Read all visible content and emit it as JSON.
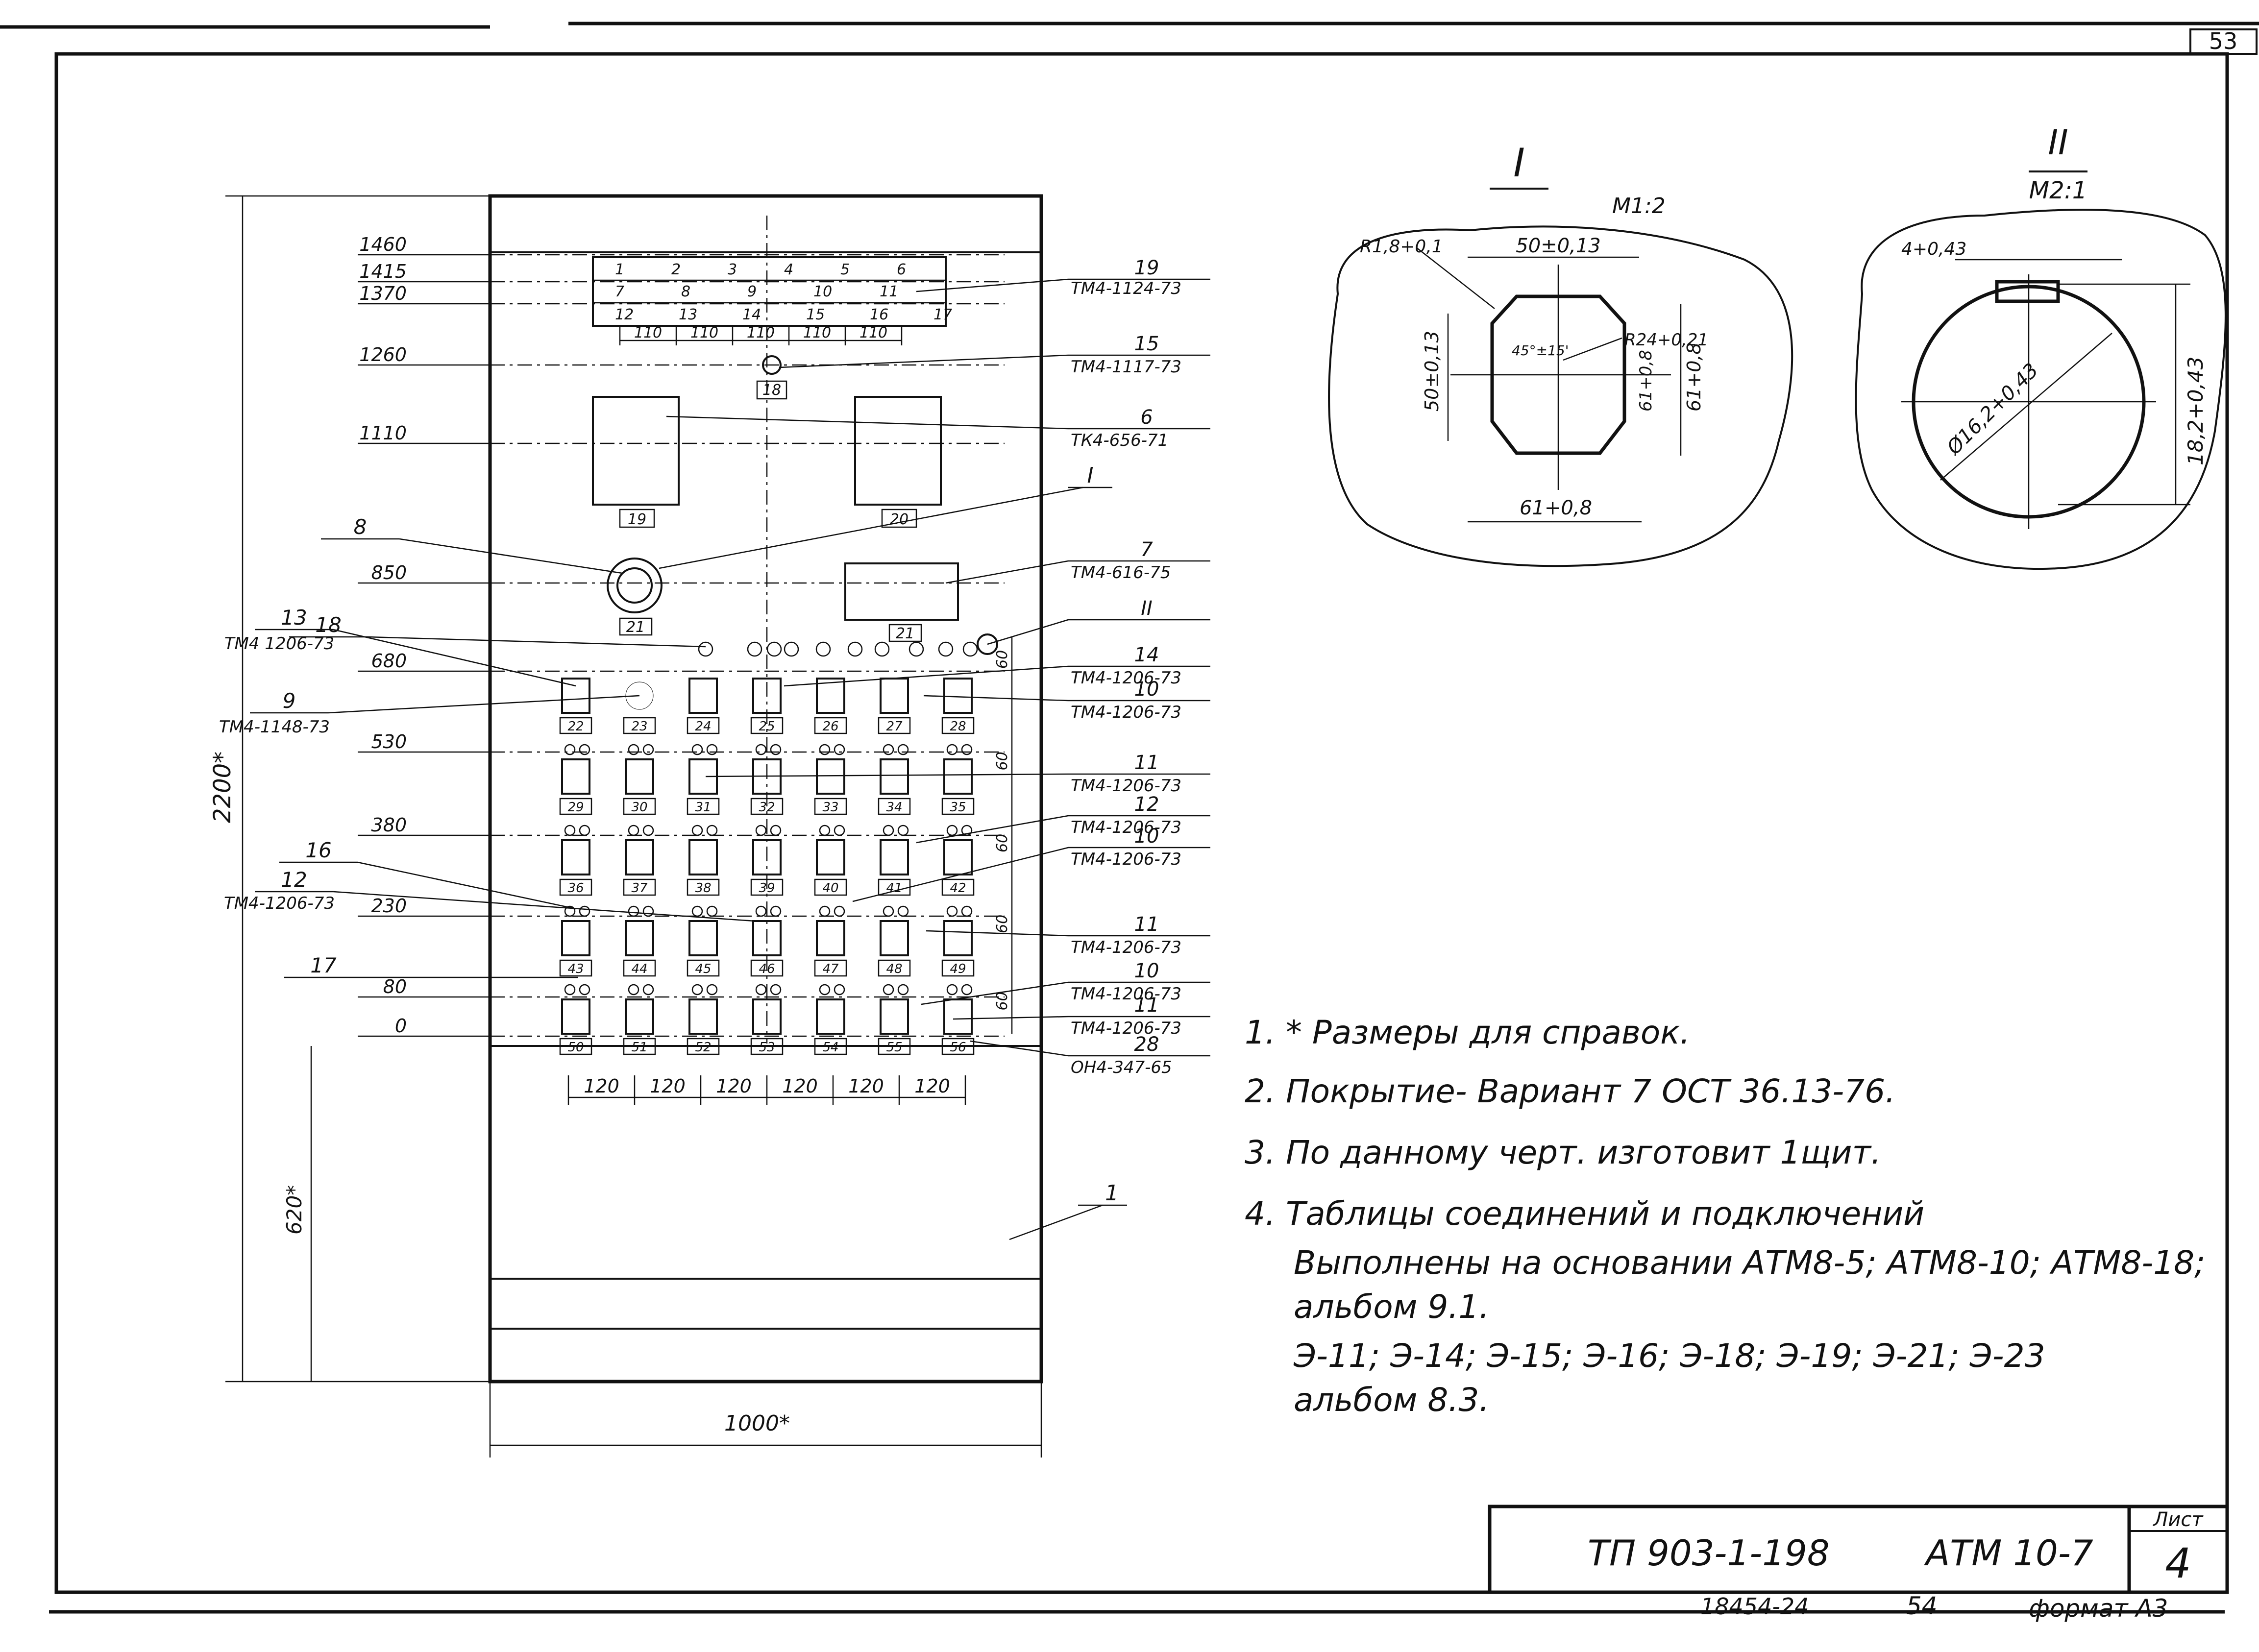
{
  "sheet": {
    "corner_number": "53",
    "bottom_left_code": "18454-24",
    "bottom_page": "54",
    "format_label": "формат A3"
  },
  "panel": {
    "height_label": "2200*",
    "width_label": "1000*",
    "base_height_label": "620*",
    "item_body_label": "1",
    "row_levels": [
      "1460",
      "1415",
      "1370",
      "1260",
      "1110",
      "850",
      "680",
      "530",
      "380",
      "230",
      "80",
      "0"
    ],
    "top_column_spacing": [
      "110",
      "110",
      "110",
      "110",
      "110"
    ],
    "bottom_column_spacing": [
      "120",
      "120",
      "120",
      "120",
      "120",
      "120"
    ],
    "vertical_step": "60",
    "top_row_numbers_1": [
      "1",
      "2",
      "3",
      "4",
      "5",
      "6"
    ],
    "top_row_numbers_2": [
      "7",
      "8",
      "9",
      "10",
      "11"
    ],
    "top_row_numbers_3": [
      "12",
      "13",
      "14",
      "15",
      "16",
      "17"
    ],
    "tag_18": "18",
    "tag_19": "19",
    "tag_20": "20",
    "tag_21": "21",
    "tag_21b": "21",
    "grid_tags": [
      [
        "22",
        "23",
        "24",
        "25",
        "26",
        "27",
        "28"
      ],
      [
        "29",
        "30",
        "31",
        "32",
        "33",
        "34",
        "35"
      ],
      [
        "36",
        "37",
        "38",
        "39",
        "40",
        "41",
        "42"
      ],
      [
        "43",
        "44",
        "45",
        "46",
        "47",
        "48",
        "49"
      ],
      [
        "50",
        "51",
        "52",
        "53",
        "54",
        "55",
        "56"
      ]
    ]
  },
  "callouts_right": [
    {
      "num": "19",
      "code": "ТМ4-1124-73"
    },
    {
      "num": "15",
      "code": "ТМ4-1117-73"
    },
    {
      "num": "6",
      "code": "ТК4-656-71"
    },
    {
      "num": "7",
      "code": "ТМ4-616-75"
    },
    {
      "num": "II",
      "code": ""
    },
    {
      "num": "14",
      "code": "ТМ4-1206-73"
    },
    {
      "num": "10",
      "code": "ТМ4-1206-73"
    },
    {
      "num": "11",
      "code": "ТМ4-1206-73"
    },
    {
      "num": "12",
      "code": "ТМ4-1206-73"
    },
    {
      "num": "10",
      "code": "ТМ4-1206-73"
    },
    {
      "num": "11",
      "code": "ТМ4-1206-73"
    },
    {
      "num": "10",
      "code": "ТМ4-1206-73"
    },
    {
      "num": "11",
      "code": "ТМ4-1206-73"
    },
    {
      "num": "28",
      "code": "ОН4-347-65"
    }
  ],
  "callouts_left": [
    {
      "num": "8",
      "code": ""
    },
    {
      "num": "18",
      "code": ""
    },
    {
      "num": "13",
      "code": "ТМ4 1206-73"
    },
    {
      "num": "9",
      "code": "ТМ4-1148-73"
    },
    {
      "num": "16",
      "code": ""
    },
    {
      "num": "12",
      "code": "ТМ4-1206-73"
    },
    {
      "num": "17",
      "code": ""
    }
  ],
  "callout_I_label": "I",
  "detail_I": {
    "title": "I",
    "scale": "М1:2",
    "radius_small": "R1,8+0,1",
    "width_top": "50±0,13",
    "height_left": "50±0,13",
    "angle": "45°±15'",
    "radius_large": "R24+0,21",
    "height_inner": "61+0,8",
    "height_right": "61+0,8",
    "width_bottom": "61+0,8"
  },
  "detail_II": {
    "title": "II",
    "scale": "М2:1",
    "key_width": "4+0,43",
    "diameter": "Ø16,2+0,43",
    "height": "18,2+0,43"
  },
  "notes": [
    "1. * Размеры для справок.",
    "2. Покрытие- Вариант 7 ОСТ 36.13-76.",
    "3. По данному черт. изготовит 1щит.",
    "4. Таблицы соединений и подключений",
    "Выполнены на основании АТМ8-5; АТМ8-10; АТМ8-18;",
    "альбом 9.1.",
    "Э-11; Э-14; Э-15; Э-16; Э-18; Э-19; Э-21; Э-23",
    "альбом 8.3."
  ],
  "title_block": {
    "project_code": "ТП 903-1-198",
    "drawing_code": "АТМ 10-7",
    "sheet_label": "Лист",
    "sheet_number": "4"
  }
}
